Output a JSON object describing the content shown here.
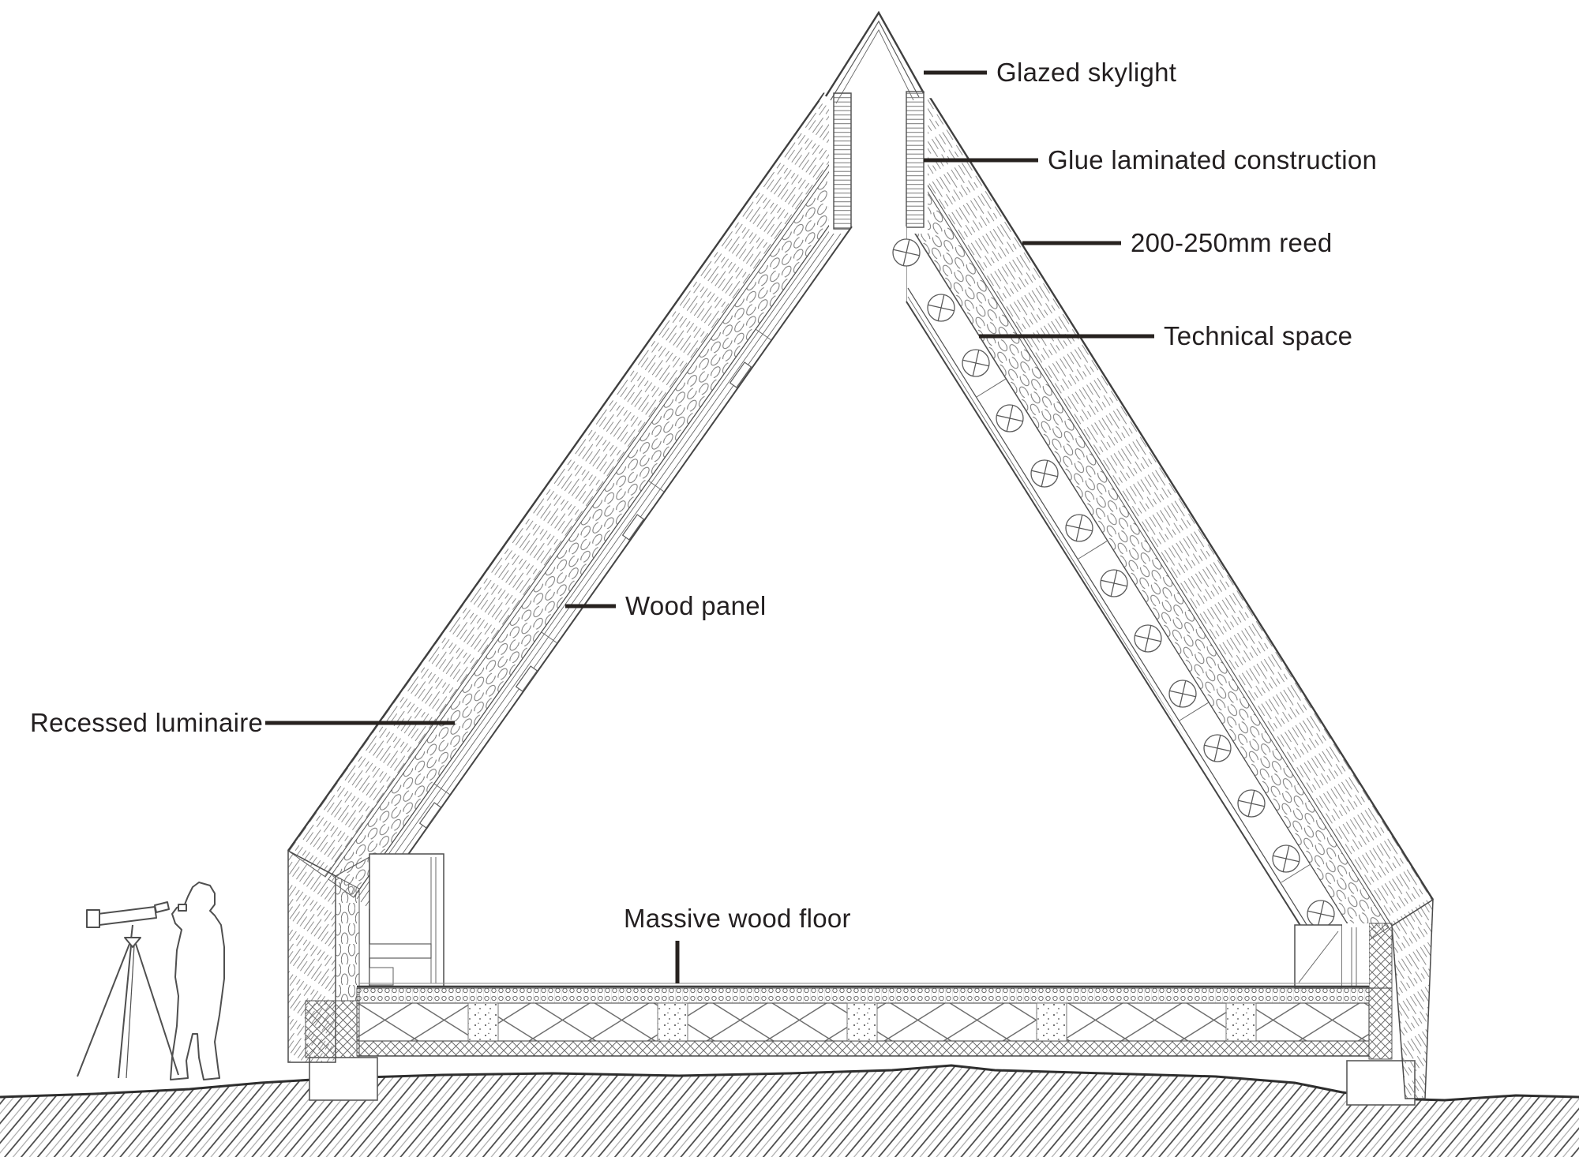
{
  "diagram": {
    "background": "#ffffff",
    "line_color": "#4a4a4a",
    "label_color": "#231f20",
    "leader_color": "#27221f",
    "labels": [
      {
        "id": "glazed-skylight",
        "text": "Glazed skylight"
      },
      {
        "id": "glue-laminated-construction",
        "text": "Glue laminated construction"
      },
      {
        "id": "reed-thickness",
        "text": "200-250mm reed"
      },
      {
        "id": "technical-space",
        "text": "Technical space"
      },
      {
        "id": "wood-panel",
        "text": "Wood panel"
      },
      {
        "id": "recessed-luminaire",
        "text": "Recessed luminaire"
      },
      {
        "id": "massive-wood-floor",
        "text": "Massive wood floor"
      }
    ]
  }
}
